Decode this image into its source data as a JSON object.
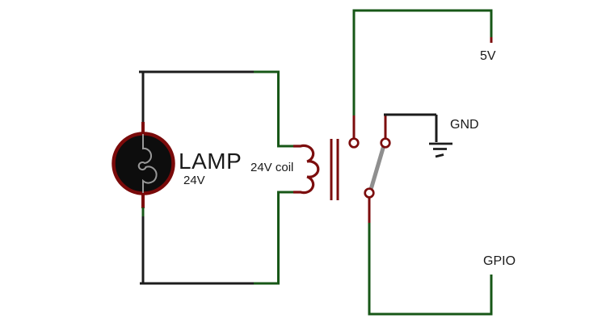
{
  "diagram": {
    "type": "circuit-schematic",
    "description": "Relay circuit: a 24V lamp in series with a 24V relay coil; relay contacts wired to 5V supply, GND and a GPIO pin",
    "labels": {
      "lamp": "LAMP",
      "lamp_voltage": "24V",
      "coil": "24V coil",
      "supply": "5V",
      "ground": "GND",
      "gpio": "GPIO"
    },
    "colors": {
      "wire_black": "#1c1c1c",
      "wire_green": "#175717",
      "wire_red": "#7c0d0d",
      "switch_gray": "#8f8f8f",
      "lamp_fill": "#0d0d0d",
      "lamp_ring": "#7a0a0a",
      "filament_gray": "#989898",
      "text": "#1a1a1a",
      "background": "#ffffff"
    },
    "components": [
      {
        "name": "lamp",
        "type": "incandescent-lamp",
        "label": "LAMP",
        "rating": "24V"
      },
      {
        "name": "relay-coil",
        "type": "relay-coil",
        "label": "24V coil"
      },
      {
        "name": "relay-contacts",
        "type": "spdt-switch"
      },
      {
        "name": "supply-5v",
        "type": "power-net",
        "label": "5V"
      },
      {
        "name": "ground",
        "type": "ground-net",
        "label": "GND"
      },
      {
        "name": "gpio",
        "type": "signal-net",
        "label": "GPIO"
      }
    ]
  }
}
